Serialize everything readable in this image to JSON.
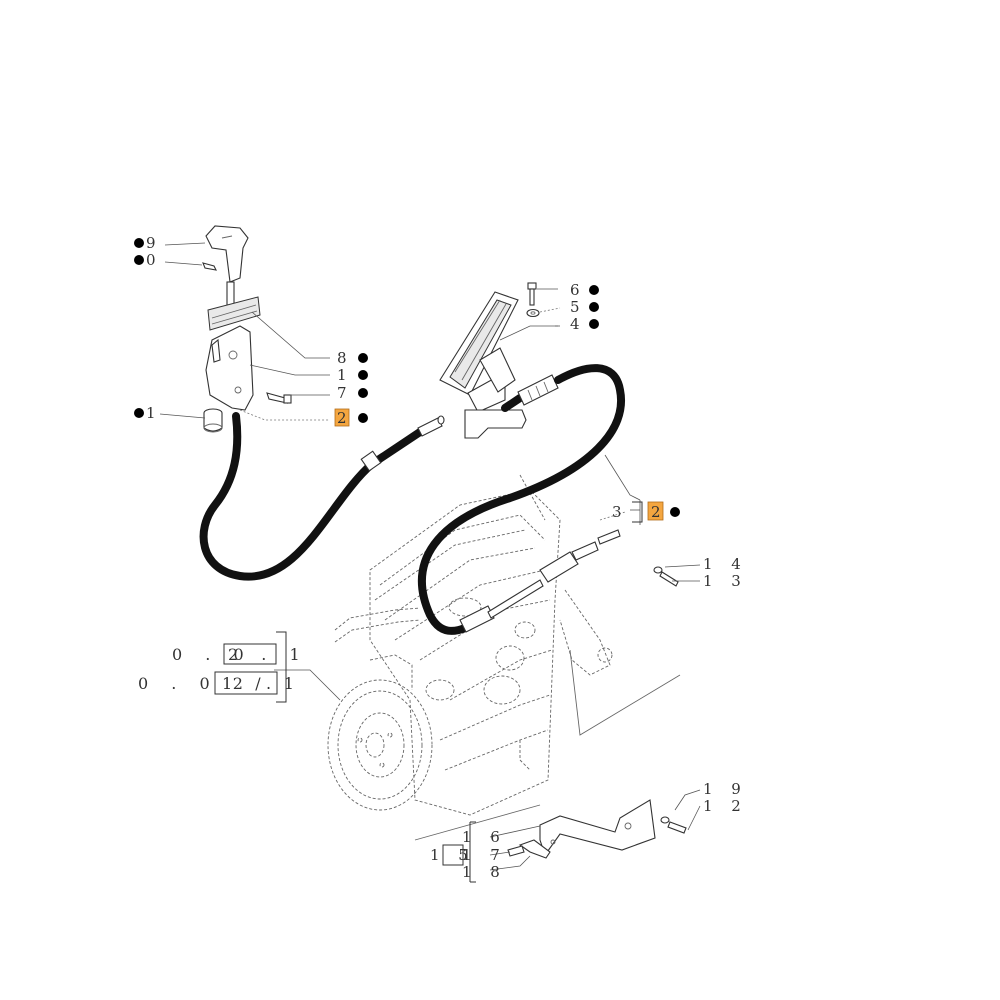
{
  "labels": {
    "l9": "9",
    "l10": "0",
    "l8": "8",
    "l1a": "1",
    "l7": "7",
    "l2a": "2",
    "l1b": "1",
    "l6": "6",
    "l5": "5",
    "l4": "4",
    "l3": "3",
    "l2b": "2",
    "l14": "1 4",
    "l13": "1 3",
    "ref1_prefix": "0 . 0",
    "ref1_box": "2 . 1",
    "ref2_prefix": "0 . 0 2 .",
    "ref2_box": "1 / 1",
    "l19": "1 9",
    "l12": "1 2",
    "l16": "1 6",
    "l15": "1 5",
    "l17": "1 7",
    "l18": "1 8"
  },
  "colors": {
    "highlight": "#f4a640",
    "cable": "#111111",
    "bullet": "#000000"
  }
}
